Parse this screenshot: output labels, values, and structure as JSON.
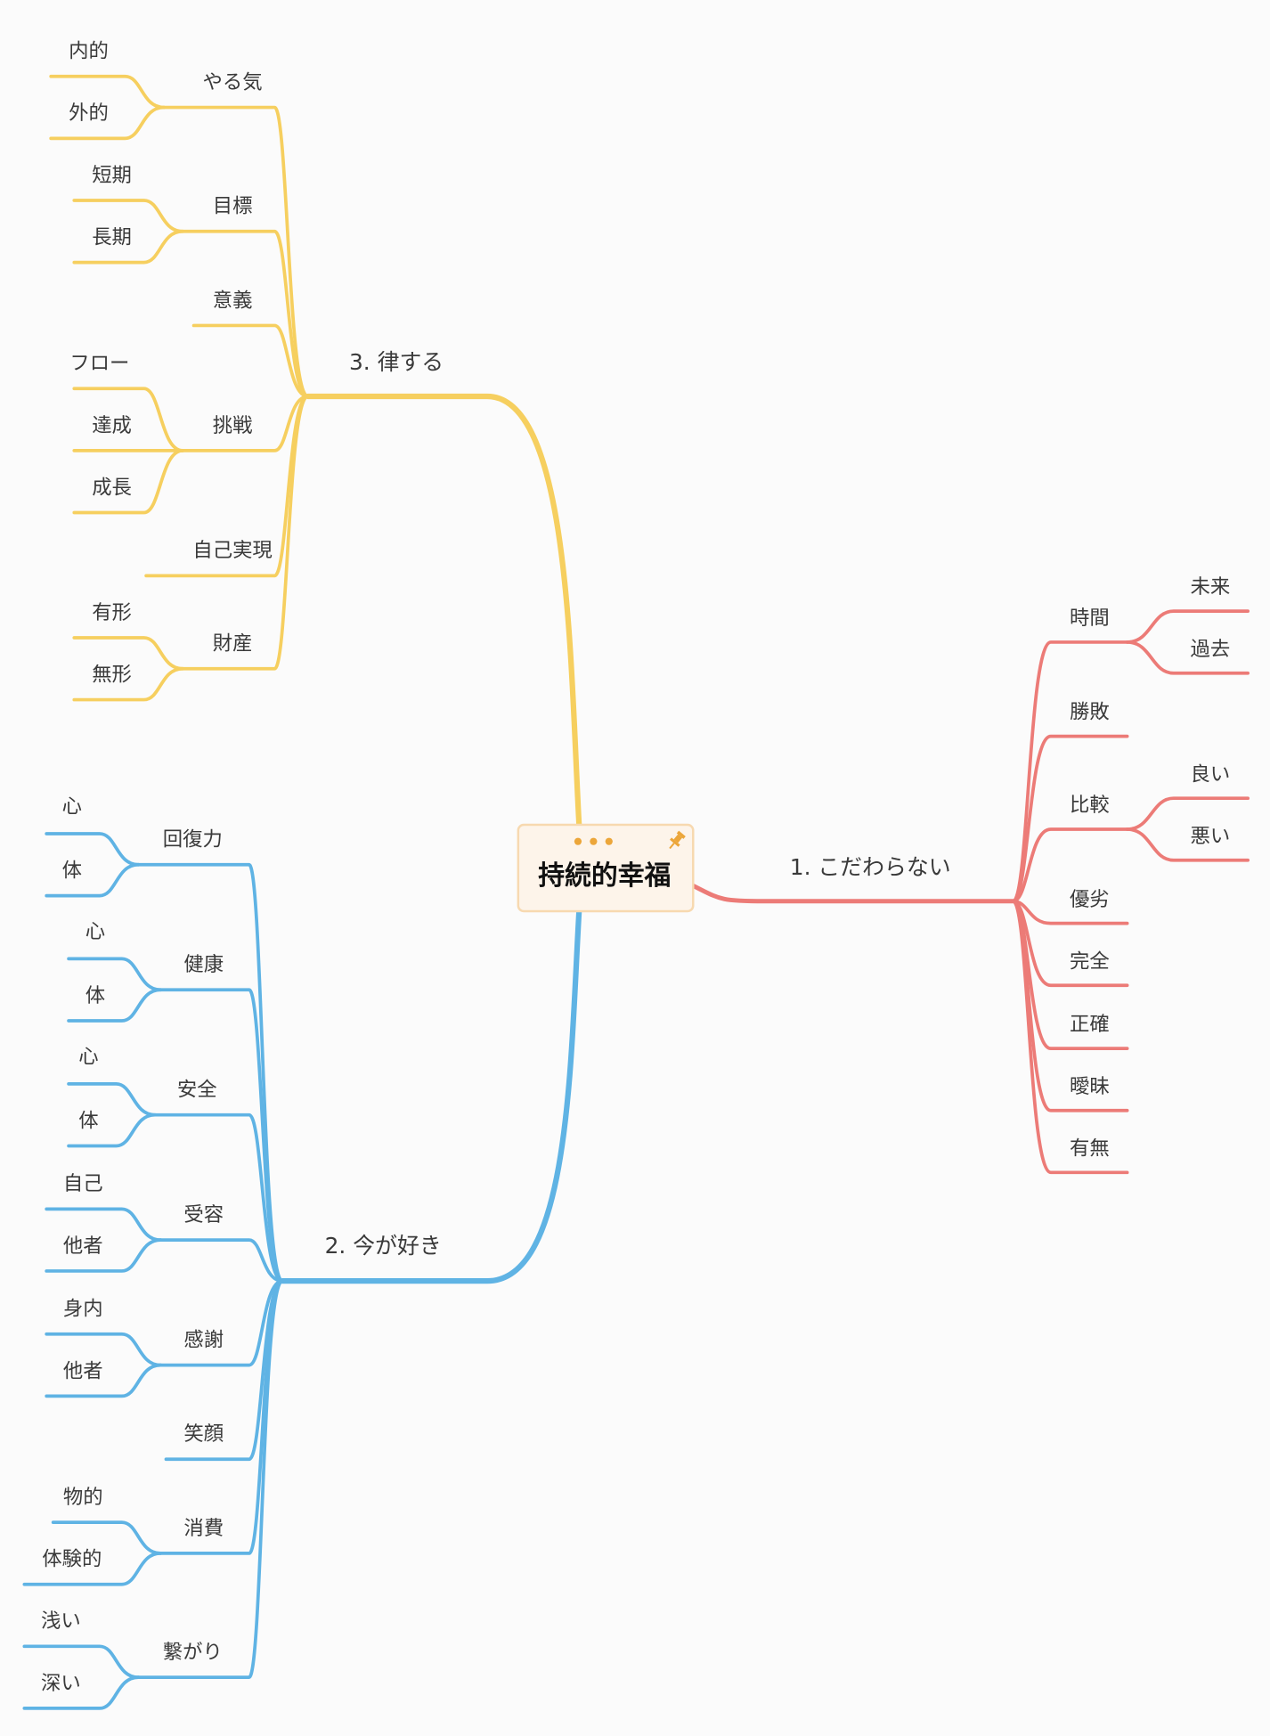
{
  "root": {
    "label": "持続的幸福",
    "icons": [
      "more-dots-icon",
      "pin-icon"
    ]
  },
  "colors": {
    "branch1": "#ec7b77",
    "branch2": "#5fb3e4",
    "branch3": "#f6cf5f",
    "root_fill": "#fdf4ea",
    "root_border": "#f7d9b0",
    "accent": "#eca63a"
  },
  "branches": [
    {
      "id": "b1",
      "label": "1. こだわらない",
      "children": [
        {
          "label": "時間",
          "children": [
            {
              "label": "未来"
            },
            {
              "label": "過去"
            }
          ]
        },
        {
          "label": "勝敗",
          "children": []
        },
        {
          "label": "比較",
          "children": [
            {
              "label": "良い"
            },
            {
              "label": "悪い"
            }
          ]
        },
        {
          "label": "優劣",
          "children": []
        },
        {
          "label": "完全",
          "children": []
        },
        {
          "label": "正確",
          "children": []
        },
        {
          "label": "曖昧",
          "children": []
        },
        {
          "label": "有無",
          "children": []
        }
      ]
    },
    {
      "id": "b2",
      "label": "2. 今が好き",
      "children": [
        {
          "label": "回復力",
          "children": [
            {
              "label": "心"
            },
            {
              "label": "体"
            }
          ]
        },
        {
          "label": "健康",
          "children": [
            {
              "label": "心"
            },
            {
              "label": "体"
            }
          ]
        },
        {
          "label": "安全",
          "children": [
            {
              "label": "心"
            },
            {
              "label": "体"
            }
          ]
        },
        {
          "label": "受容",
          "children": [
            {
              "label": "自己"
            },
            {
              "label": "他者"
            }
          ]
        },
        {
          "label": "感謝",
          "children": [
            {
              "label": "身内"
            },
            {
              "label": "他者"
            }
          ]
        },
        {
          "label": "笑顔",
          "children": []
        },
        {
          "label": "消費",
          "children": [
            {
              "label": "物的"
            },
            {
              "label": "体験的"
            }
          ]
        },
        {
          "label": "繋がり",
          "children": [
            {
              "label": "浅い"
            },
            {
              "label": "深い"
            }
          ]
        }
      ]
    },
    {
      "id": "b3",
      "label": "3. 律する",
      "children": [
        {
          "label": "やる気",
          "children": [
            {
              "label": "内的"
            },
            {
              "label": "外的"
            }
          ]
        },
        {
          "label": "目標",
          "children": [
            {
              "label": "短期"
            },
            {
              "label": "長期"
            }
          ]
        },
        {
          "label": "意義",
          "children": []
        },
        {
          "label": "挑戦",
          "children": [
            {
              "label": "フロー"
            },
            {
              "label": "達成"
            },
            {
              "label": "成長"
            }
          ]
        },
        {
          "label": "自己実現",
          "children": []
        },
        {
          "label": "財産",
          "children": [
            {
              "label": "有形"
            },
            {
              "label": "無形"
            }
          ]
        }
      ]
    }
  ]
}
